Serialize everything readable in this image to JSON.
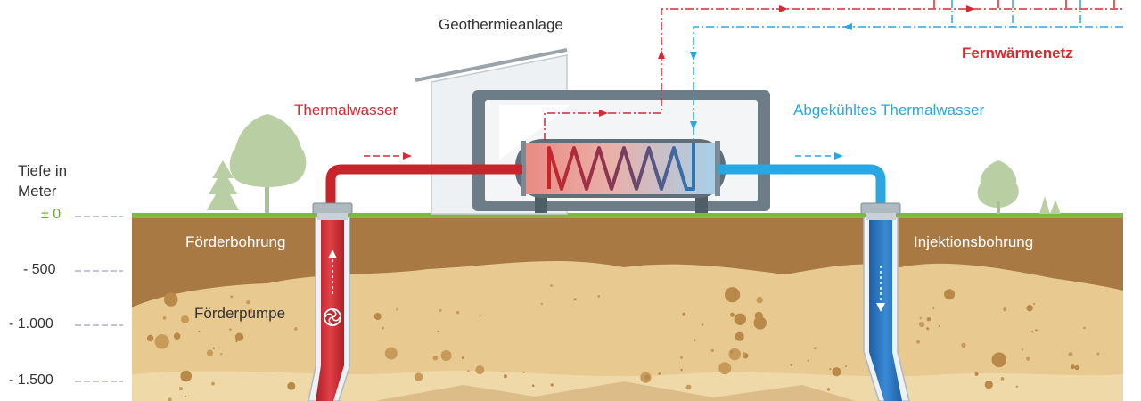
{
  "labels": {
    "plant": "Geothermieanlage",
    "district_heating": "Fernwärmenetz",
    "thermal_water": "Thermalwasser",
    "cooled_water": "Abgekühltes Thermalwasser",
    "depth_title": "Tiefe in\nMeter",
    "production_well": "Förderbohrung",
    "injection_well": "Injektionsbohrung",
    "pump": "Förderpumpe"
  },
  "depth_scale": [
    {
      "label": "± 0",
      "depth_m": 0
    },
    {
      "label": "- 500",
      "depth_m": 500
    },
    {
      "label": "- 1.000",
      "depth_m": 1000
    },
    {
      "label": "- 1.500",
      "depth_m": 1500
    }
  ],
  "colors": {
    "hot": "#d42a32",
    "cold": "#2aa7e0",
    "grass": "#7fb93f",
    "soil_top": "#a87942",
    "soil_sand": "#e8c98f",
    "building": "#6d7d88",
    "tree": "#b9cfa3",
    "text": "#333333",
    "depth_zero": "#6aa43a"
  },
  "icons": {
    "pump": "pump-fan-icon",
    "flow_up": "arrow-up-icon",
    "flow_down": "arrow-down-icon"
  }
}
